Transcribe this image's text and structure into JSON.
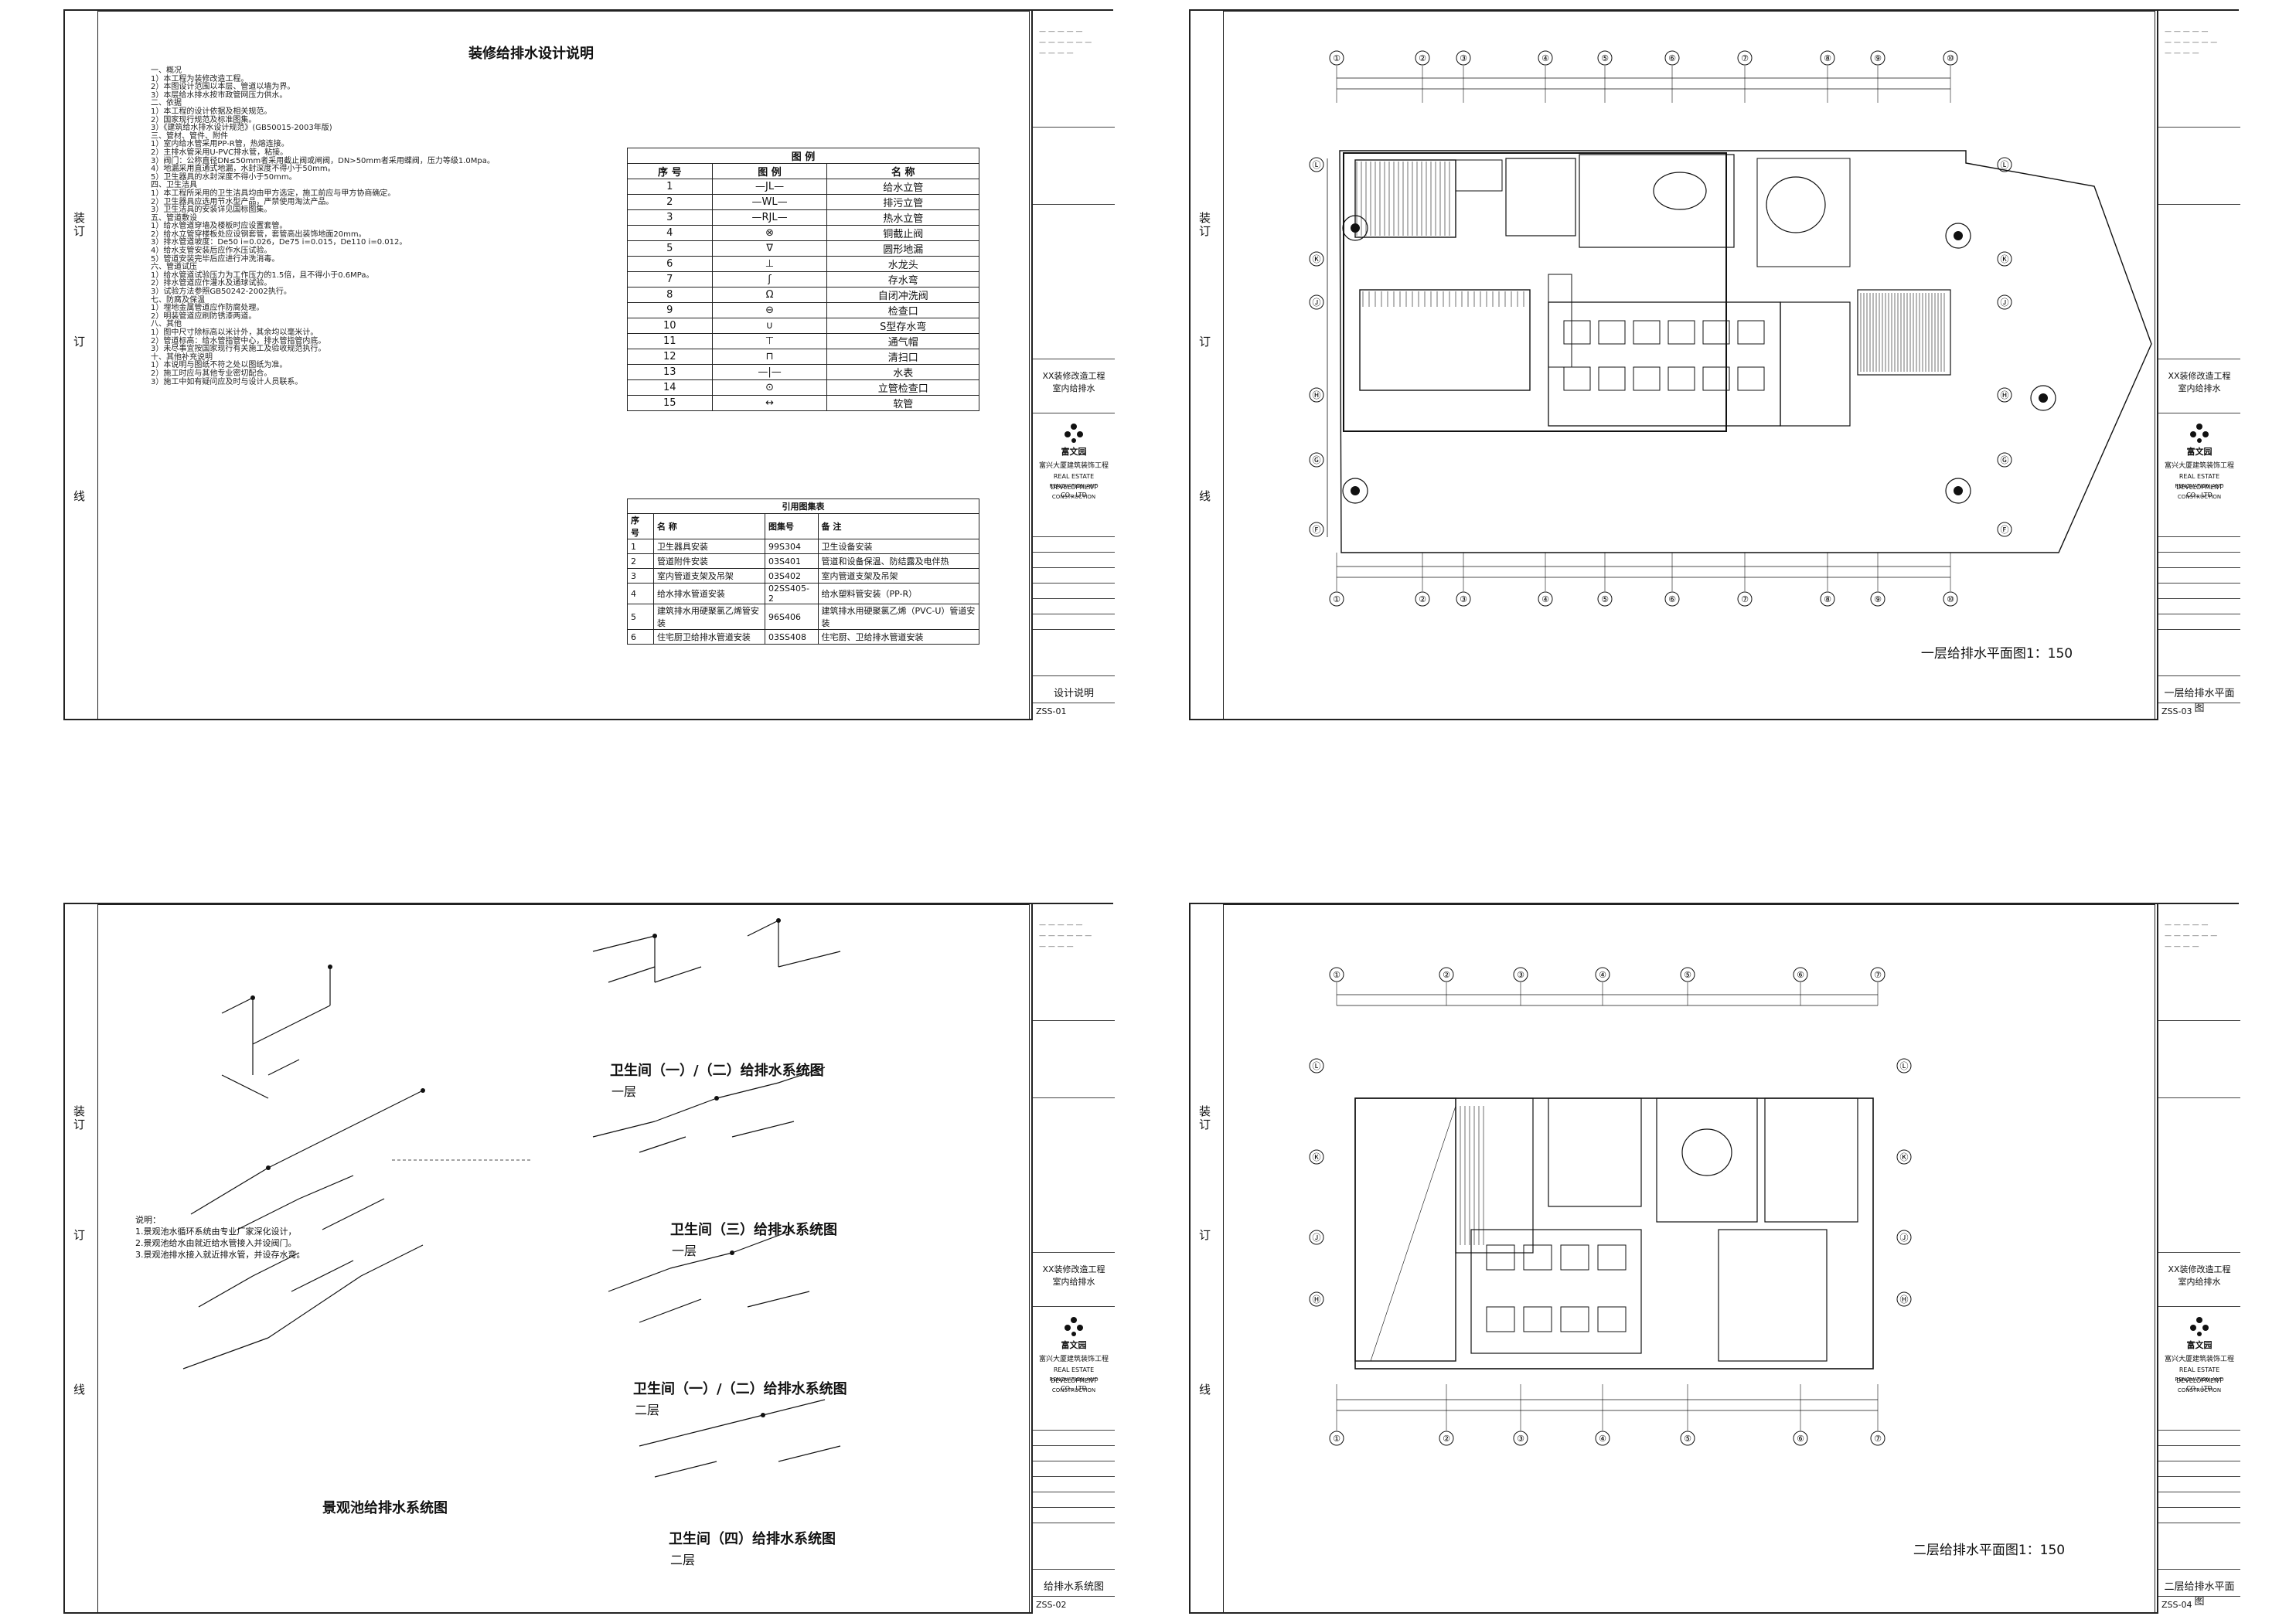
{
  "firm": {
    "name_lines": [
      "富兴大厦建筑装饰工程",
      "REAL ESTATE DEVELOPMENT",
      "RENOVATION AND CONSTRUCTION",
      "CO., LTD"
    ],
    "logo_text": "富文园"
  },
  "binding": {
    "top": "装订",
    "mid": "订",
    "bot": "线"
  },
  "project_title": "XX装修改造工程 室内给排水",
  "sheets": [
    {
      "title": "装修给排水设计说明",
      "drawing_name": "设计说明",
      "drawing_no": "ZSS-01",
      "notes": "一、概况\n1）本工程为装修改造工程。\n2）本图设计范围以本层、管道以墙为界。\n3）本层给水排水按市政管网压力供水。\n二、依据\n1）本工程的设计依据及相关规范。\n2）国家现行规范及标准图集。\n3）《建筑给水排水设计规范》(GB50015-2003年版)\n三、管材、管件、附件\n1）室内给水管采用PP-R管，热熔连接。\n2）主排水管采用U-PVC排水管，粘接。\n3）阀门：公称直径DN≤50mm者采用截止阀或闸阀，DN>50mm者采用蝶阀，压力等级1.0Mpa。\n4）地漏采用直通式地漏，水封深度不得小于50mm。\n5）卫生器具的水封深度不得小于50mm。\n四、卫生洁具\n1）本工程所采用的卫生洁具均由甲方选定，施工前应与甲方协商确定。\n2）卫生器具应选用节水型产品，严禁使用淘汰产品。\n3）卫生洁具的安装详见国标图集。\n五、管道敷设\n1）给水管道穿墙及楼板时应设置套管。\n2）给水立管穿楼板处应设钢套管，套管高出装饰地面20mm。\n3）排水管道坡度：De50 i=0.026，De75 i=0.015，De110 i=0.012。\n4）给水支管安装后应作水压试验。\n5）管道安装完毕后应进行冲洗消毒。\n六、管道试压\n1）给水管道试验压力为工作压力的1.5倍，且不得小于0.6MPa。\n2）排水管道应作灌水及通球试验。\n3）试验方法参照GB50242-2002执行。\n七、防腐及保温\n1）埋地金属管道应作防腐处理。\n2）明装管道应刷防锈漆两道。\n八、其他\n1）图中尺寸除标高以米计外，其余均以毫米计。\n2）管道标高：给水管指管中心，排水管指管内底。\n3）未尽事宜按国家现行有关施工及验收规范执行。\n十、其他补充说明\n1）本说明与图纸不符之处以图纸为准。\n2）施工时应与其他专业密切配合。\n3）施工中如有疑问应及时与设计人员联系。",
      "legend": {
        "title": "图  例",
        "headers": [
          "序 号",
          "图  例",
          "名  称"
        ],
        "rows": [
          [
            "1",
            "—JL—",
            "给水立管"
          ],
          [
            "2",
            "—WL—",
            "排污立管"
          ],
          [
            "3",
            "—RJL—",
            "热水立管"
          ],
          [
            "4",
            "⊗",
            "铜截止阀"
          ],
          [
            "5",
            "∇",
            "圆形地漏"
          ],
          [
            "6",
            "⊥",
            "水龙头"
          ],
          [
            "7",
            "ʃ",
            "存水弯"
          ],
          [
            "8",
            "Ω",
            "自闭冲洗阀"
          ],
          [
            "9",
            "⊖",
            "检查口"
          ],
          [
            "10",
            "∪",
            "S型存水弯"
          ],
          [
            "11",
            "⊤",
            "通气帽"
          ],
          [
            "12",
            "⊓",
            "清扫口"
          ],
          [
            "13",
            "—|—",
            "水表"
          ],
          [
            "14",
            "⊙",
            "立管检查口"
          ],
          [
            "15",
            "↔",
            "软管"
          ]
        ]
      },
      "standards": {
        "title": "引用图集表",
        "headers": [
          "序 号",
          "名 称",
          "图集号",
          "备 注"
        ],
        "rows": [
          [
            "1",
            "卫生器具安装",
            "99S304",
            "卫生设备安装"
          ],
          [
            "2",
            "管道附件安装",
            "03S401",
            "管道和设备保温、防结露及电伴热"
          ],
          [
            "3",
            "室内管道支架及吊架",
            "03S402",
            "室内管道支架及吊架"
          ],
          [
            "4",
            "给水排水管道安装",
            "02SS405-2",
            "给水塑料管安装（PP-R）"
          ],
          [
            "5",
            "建筑排水用硬聚氯乙烯管安装",
            "96S406",
            "建筑排水用硬聚氯乙烯（PVC-U）管道安装"
          ],
          [
            "6",
            "住宅厨卫给排水管道安装",
            "03SS408",
            "住宅厨、卫给排水管道安装"
          ]
        ]
      }
    },
    {
      "title": "一层给排水平面图1：150",
      "drawing_name": "一层给排水平面图",
      "drawing_no": "ZSS-03",
      "axes_top": [
        "①",
        "②",
        "③",
        "④",
        "⑤",
        "⑥",
        "⑦",
        "⑧",
        "⑨",
        "⑩"
      ],
      "axes_left": [
        "Ⓛ",
        "Ⓚ",
        "Ⓙ",
        "Ⓗ",
        "Ⓖ",
        "Ⓕ"
      ]
    },
    {
      "title": "景观池给排水系统图",
      "drawing_name": "给排水系统图",
      "drawing_no": "ZSS-02",
      "subdiagrams": [
        {
          "title": "卫生间（一）/（二）给排水系统图",
          "floor": "一层"
        },
        {
          "title": "卫生间（三）给排水系统图",
          "floor": "一层"
        },
        {
          "title": "卫生间（一）/（二）给排水系统图",
          "floor": "二层"
        },
        {
          "title": "卫生间（四）给排水系统图",
          "floor": "二层"
        }
      ],
      "notes": "说明：\n1.景观池水循环系统由专业厂家深化设计，\n2.景观池给水由就近给水管接入并设阀门。\n3.景观池排水接入就近排水管，并设存水弯。"
    },
    {
      "title": "二层给排水平面图1：150",
      "drawing_name": "二层给排水平面图",
      "drawing_no": "ZSS-04",
      "axes_top": [
        "①",
        "②",
        "③",
        "④",
        "⑤",
        "⑥",
        "⑦"
      ],
      "axes_left": [
        "Ⓛ",
        "Ⓚ",
        "Ⓙ",
        "Ⓗ"
      ]
    }
  ]
}
